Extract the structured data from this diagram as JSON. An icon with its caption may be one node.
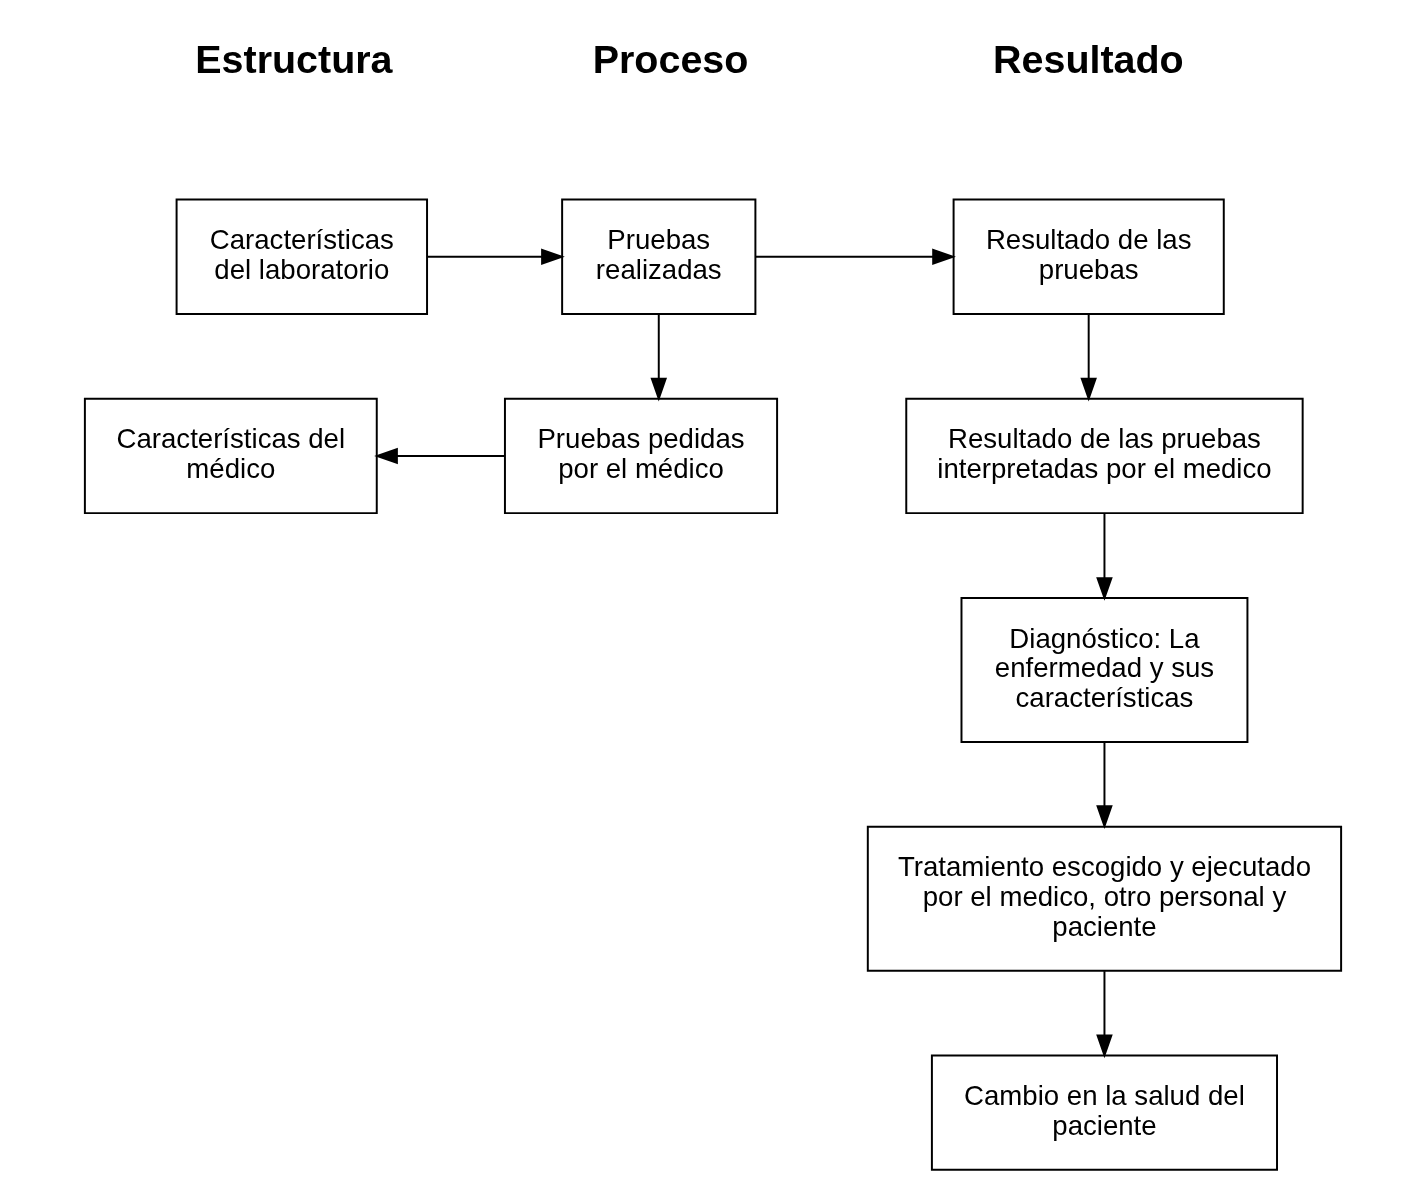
{
  "diagram": {
    "nodes": [
      {
        "text": [
          "Características del laboratorio"
        ]
      },
      {
        "text": [
          "Pruebas realizadas"
        ]
      },
      {
        "text": [
          "Resultado de las pruebas"
        ]
      },
      {
        "text": [
          "Características del médico"
        ]
      },
      {
        "text": [
          "Pruebas pedidas por el médico"
        ]
      },
      {
        "text": [
          "Resultado de las pruebas interpretadas por el medico"
        ]
      },
      {
        "text": [
          "Diagnóstico: La enfermedad y sus características"
        ]
      },
      {
        "text": [
          "Tratamiento escogido y ejecutado por el medico, otro personal y paciente"
        ]
      },
      {
        "text": [
          "Cambio en la salud del paciente"
        ]
      }
    ],
    "edges": [
      {
        "from": 0,
        "to": 1,
        "arrow": "to"
      },
      {
        "from": 1,
        "to": 2,
        "arrow": "to"
      },
      {
        "from": 1,
        "to": 4,
        "arrow": "to"
      },
      {
        "from": 4,
        "to": 3,
        "arrow": "to"
      },
      {
        "from": 2,
        "to": 5,
        "arrow": "to"
      },
      {
        "from": 5,
        "to": 6,
        "arrow": "to"
      },
      {
        "from": 6,
        "to": 7,
        "arrow": "to"
      },
      {
        "from": 7,
        "to": 8,
        "arrow": "to"
      }
    ],
    "labels": [
      "Estructura",
      "Proceso",
      "Resultado"
    ]
  }
}
